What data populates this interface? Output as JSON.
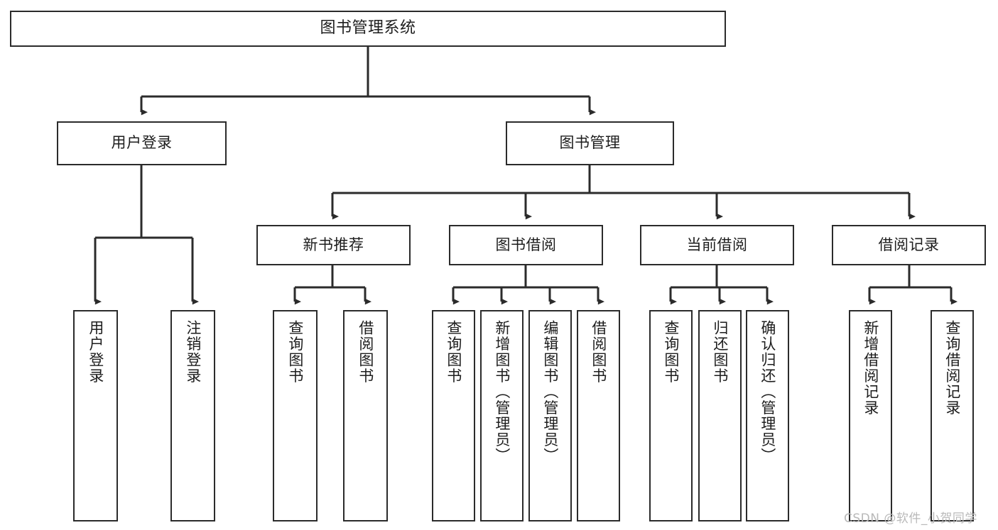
{
  "diagram": {
    "title": "图书管理系统",
    "watermark": "CSDN @软件_小贺同学",
    "level2": {
      "user_login": "用户登录",
      "book_manage": "图书管理"
    },
    "level3": {
      "new_book_rec": "新书推荐",
      "book_borrow": "图书借阅",
      "current_borrow": "当前借阅",
      "borrow_record": "借阅记录"
    },
    "leaves": {
      "user_login_1": "用户登录",
      "user_login_2": "注销登录",
      "new_book_1": "查询图书",
      "new_book_2": "借阅图书",
      "borrow_1": "查询图书",
      "borrow_2": "新增图书（管理员）",
      "borrow_3": "编辑图书（管理员）",
      "borrow_4": "借阅图书",
      "current_1": "查询图书",
      "current_2": "归还图书",
      "current_3": "确认归还（管理员）",
      "record_1": "新增借阅记录",
      "record_2": "查询借阅记录"
    }
  }
}
